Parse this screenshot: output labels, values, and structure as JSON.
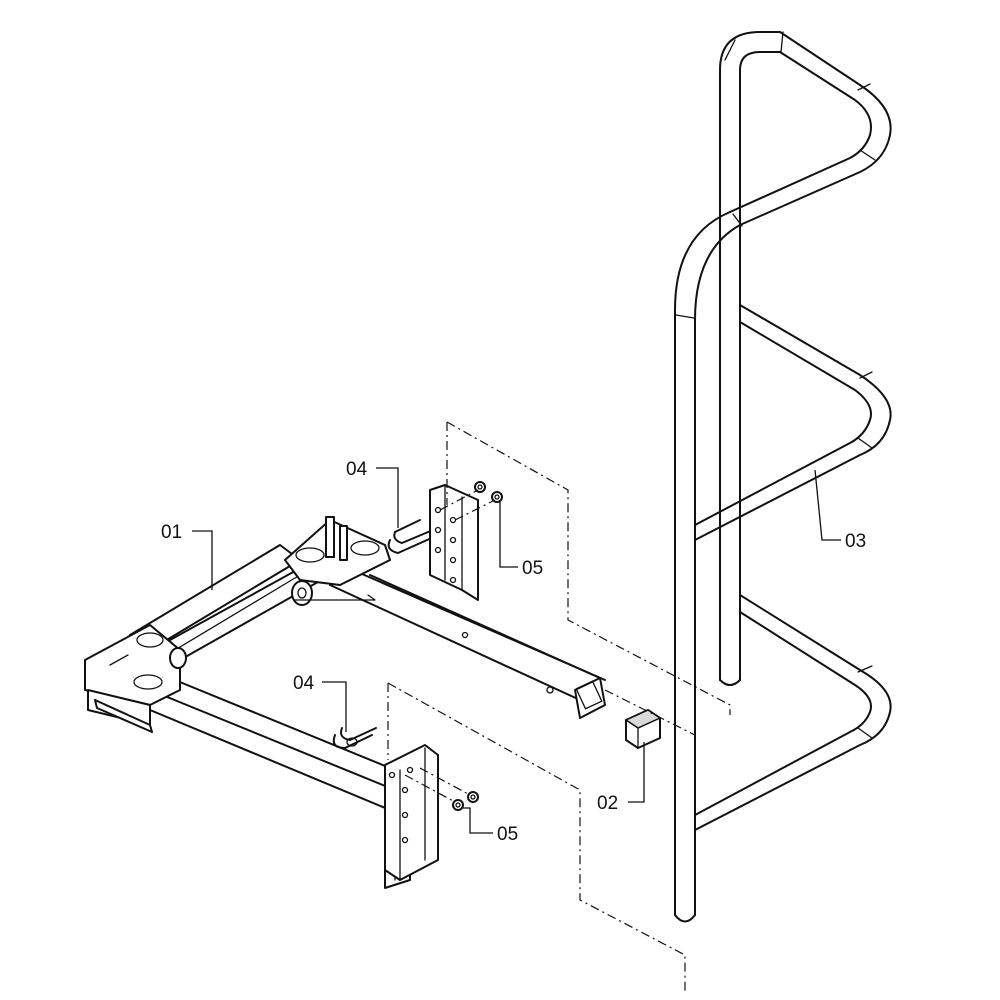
{
  "callouts": {
    "c01": "01",
    "c02": "02",
    "c03": "03",
    "c04a": "04",
    "c04b": "04",
    "c05a": "05",
    "c05b": "05"
  },
  "colors": {
    "line": "#111111",
    "background": "#ffffff",
    "shade": "#d9d9d9"
  }
}
